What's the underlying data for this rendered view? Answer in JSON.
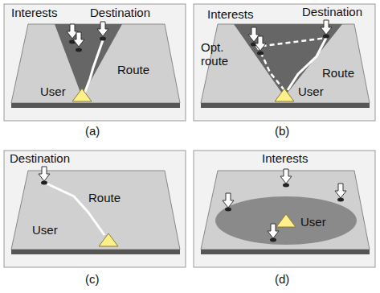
{
  "diagram": {
    "labels": [
      "Interests",
      "Destination",
      "Route",
      "User",
      "(a)",
      "Interests",
      "Destination",
      "Opt. route",
      "Route",
      "User",
      "(b)",
      "Destination",
      "Route",
      "User",
      "(c)",
      "Interests",
      "User",
      "(d)"
    ]
  }
}
